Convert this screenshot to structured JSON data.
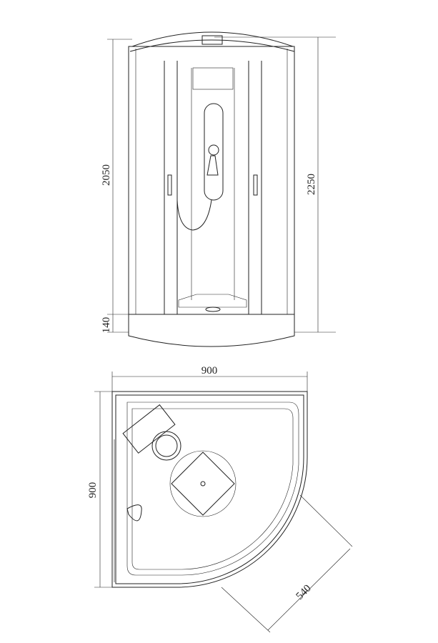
{
  "front_view": {
    "dim_total_height": "2250",
    "dim_cabin_height": "2050",
    "dim_tray_height": "140"
  },
  "top_view": {
    "dim_width": "900",
    "dim_depth": "900",
    "dim_diagonal": "540"
  }
}
